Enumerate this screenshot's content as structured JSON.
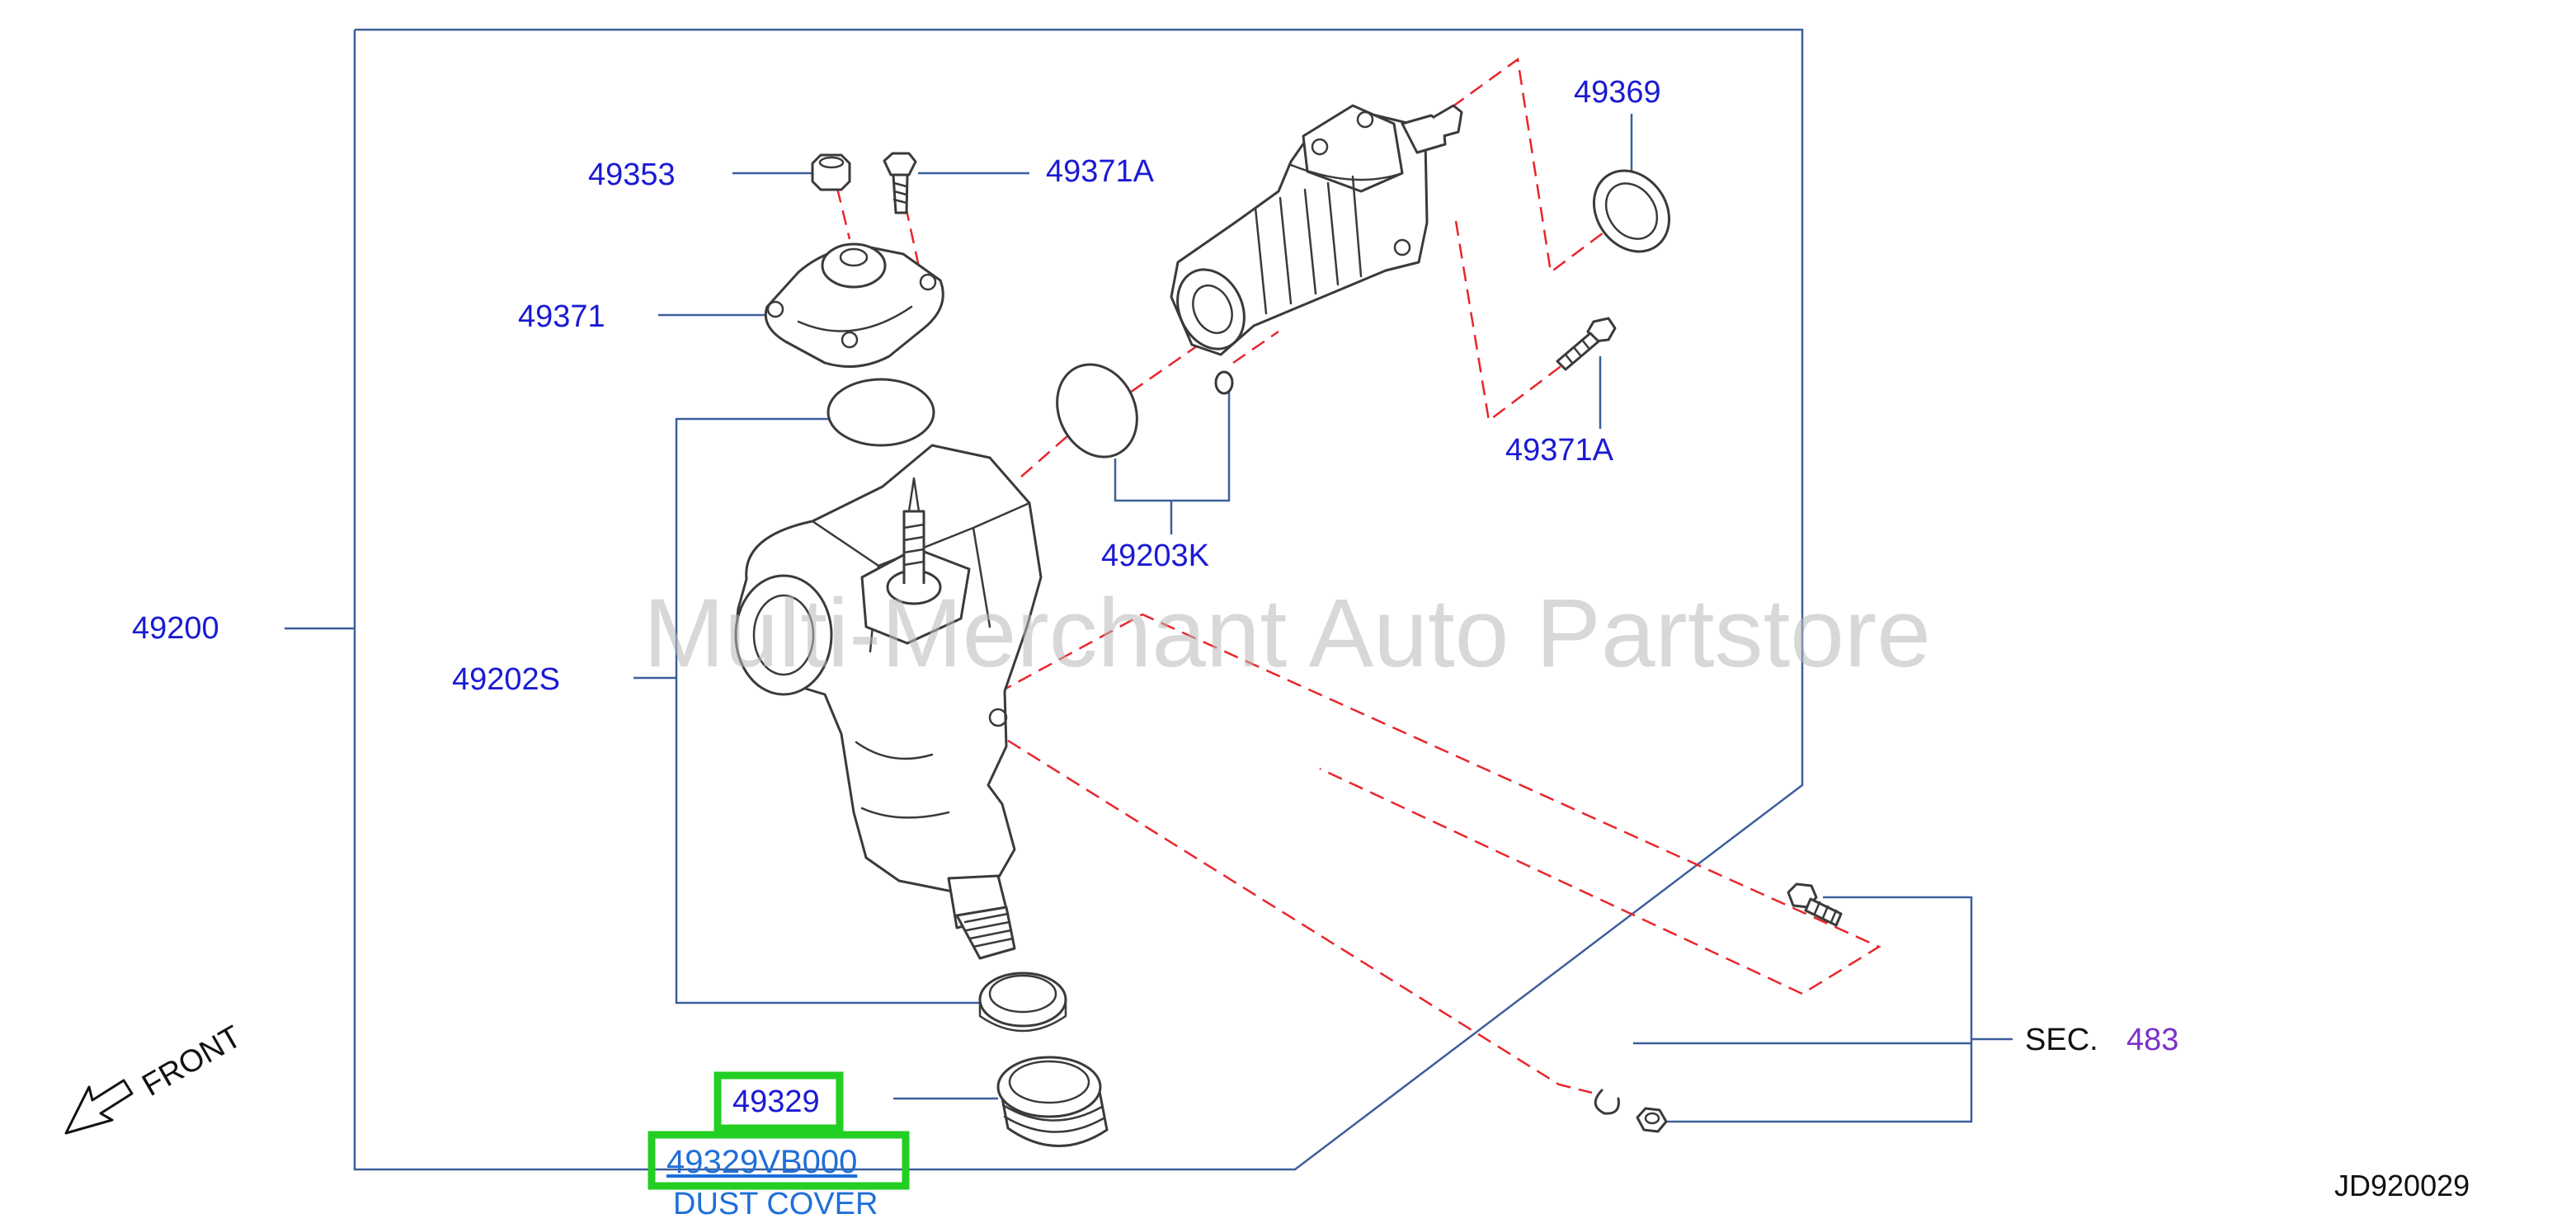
{
  "labels": {
    "p49200": "49200",
    "p49202S": "49202S",
    "p49353": "49353",
    "p49371A_top": "49371A",
    "p49371": "49371",
    "p49369": "49369",
    "p49371A_right": "49371A",
    "p49203K": "49203K",
    "p49329": "49329",
    "p49329VB000": "49329VB000",
    "dust_cover": "DUST COVER",
    "sec_prefix": "SEC.",
    "sec_number": "483",
    "front": "FRONT",
    "diagram_code": "JD920029"
  },
  "watermark": "Multi-Merchant Auto Partstore",
  "colors": {
    "callout": "#1a1ad4",
    "link": "#1f6fd8",
    "section_link": "#7a32c8",
    "frame": "#3c5f9c",
    "exploded_line": "#e8262c",
    "highlight": "#22cf22"
  },
  "icons": [
    "front-arrow-icon"
  ]
}
